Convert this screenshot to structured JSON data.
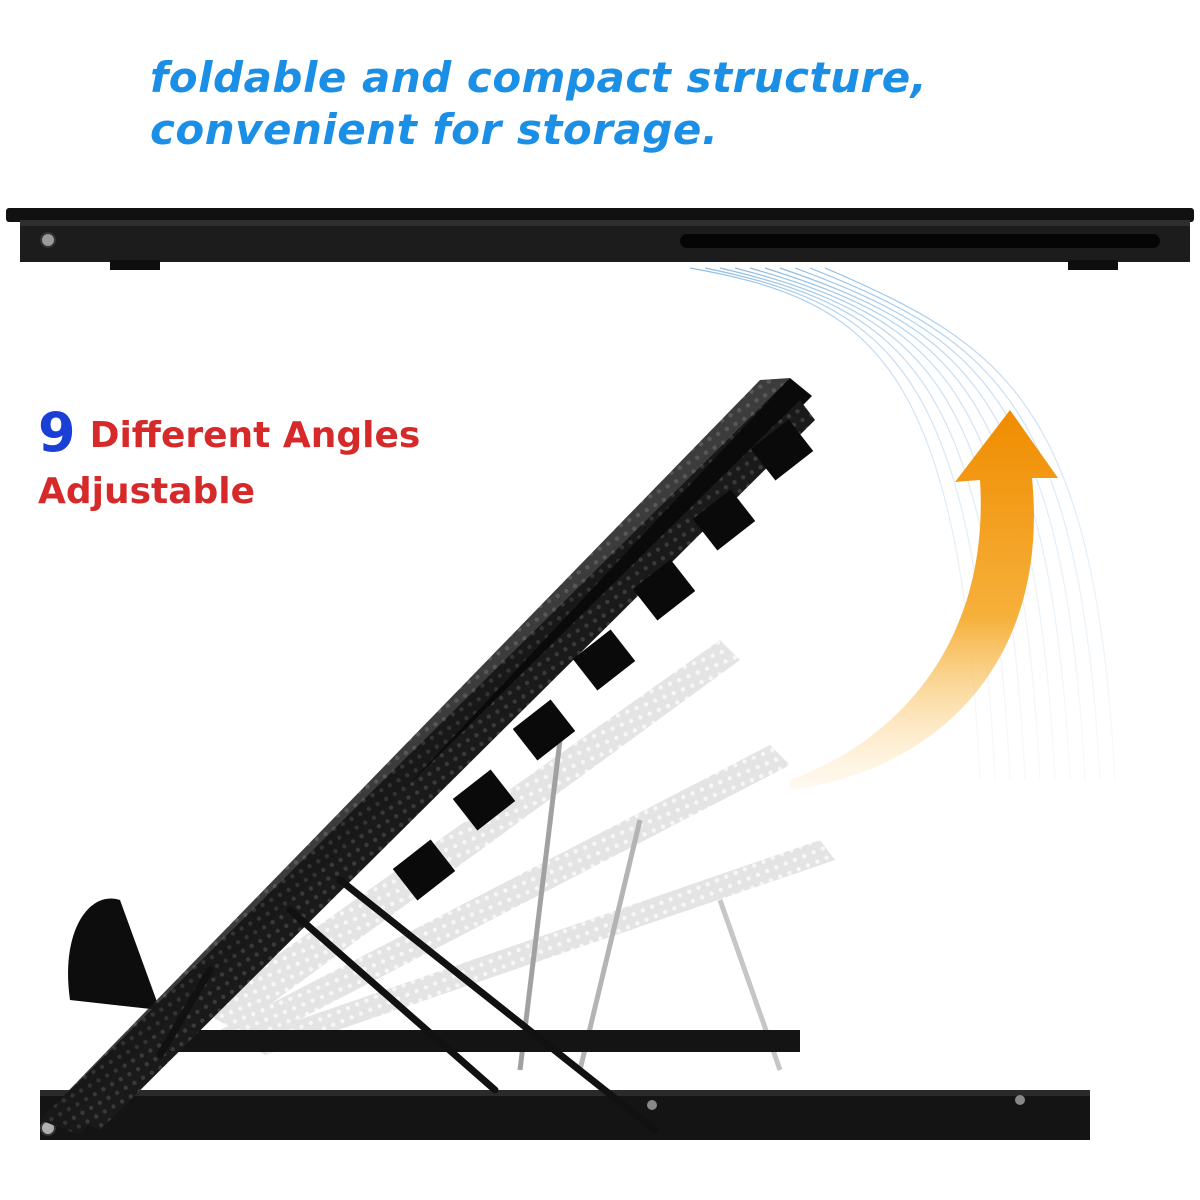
{
  "headline": {
    "line1": "foldable and compact structure,",
    "line2": "convenient for storage."
  },
  "feature": {
    "number": "9",
    "line1_rest": "Different Angles",
    "line2": "Adjustable"
  },
  "colors": {
    "headline": "#1b8fe6",
    "number": "#1a3fd6",
    "feature_text": "#d62a2a",
    "arrow": "#f29a0f",
    "stand": "#141414"
  }
}
